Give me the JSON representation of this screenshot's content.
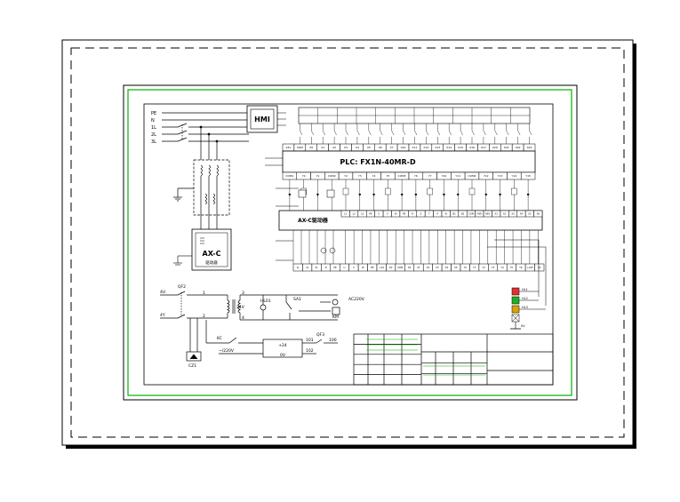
{
  "power": {
    "phase_labels": [
      "PE",
      "N",
      "1L",
      "2L",
      "3L"
    ]
  },
  "hmi_label": "HMI",
  "plc": {
    "title": "PLC: FX1N-40MR-D",
    "top_header_cells": [
      "24V",
      "COM",
      "X0",
      "X1",
      "X2",
      "X3",
      "X4",
      "X5",
      "X6",
      "X7",
      "X10",
      "X11",
      "X12",
      "X13",
      "X14",
      "X15",
      "X16",
      "X17",
      "X20",
      "X21",
      "X22",
      "X23"
    ],
    "bottom_header_cells": [
      "COM1",
      "Y0",
      "Y1",
      "COM2",
      "Y2",
      "Y3",
      "Y4",
      "Y5",
      "COM3",
      "Y6",
      "Y7",
      "Y10",
      "Y11",
      "COM4",
      "Y12",
      "Y13",
      "Y14",
      "Y15"
    ]
  },
  "drive": {
    "module_label": "AX-C",
    "module_sublabel": "驱动器",
    "panel_label": "AX-C驱动器",
    "terminal_cells": [
      "L1",
      "L2",
      "L3",
      "PE",
      "U",
      "V",
      "W",
      "PE",
      "R",
      "S",
      "T",
      "P",
      "N",
      "B1",
      "B2",
      "COM",
      "FWD",
      "REV",
      "X1",
      "X2",
      "X3",
      "X4",
      "X5",
      "X6"
    ]
  },
  "bottom_terminal_cells": [
    "1L",
    "2L",
    "3L",
    "N",
    "PE",
    "U",
    "V",
    "W",
    "PE",
    "+24",
    "0V",
    "COM",
    "X0",
    "X1",
    "X2",
    "X3",
    "X4",
    "X5",
    "Y0",
    "Y1",
    "Y2",
    "Y3",
    "Y4",
    "Y5",
    "Y6",
    "+24V",
    "0V"
  ],
  "control": {
    "breaker_label": "QF2",
    "input_labels": [
      "4U",
      "4Y"
    ],
    "transformer_terminals": [
      "1",
      "2",
      "3",
      "4"
    ],
    "transformer_voltage": "24V",
    "node_labels": [
      "SA1",
      "KM",
      "HL01"
    ],
    "ac_label": "AC220V",
    "dc_label": "~/220V",
    "power_module": [
      "+24",
      "0V"
    ],
    "output_labels": [
      "101",
      "102",
      "100"
    ],
    "contact_labels": [
      "KC",
      "QF3"
    ],
    "ground_label": "CZ1"
  },
  "tower_light_labels": [
    "HL1",
    "HL2",
    "HL3",
    "0V"
  ],
  "title_block": {
    "left_rows": 5,
    "mid_rows": 3
  },
  "colors": {
    "frame": "#000000",
    "sheet_border": "#00b000",
    "line": "#000000",
    "lamp_red": "#e03030",
    "lamp_green": "#20b020",
    "lamp_amber": "#d9a400",
    "paper": "#ffffff",
    "shadow": "#000000"
  }
}
